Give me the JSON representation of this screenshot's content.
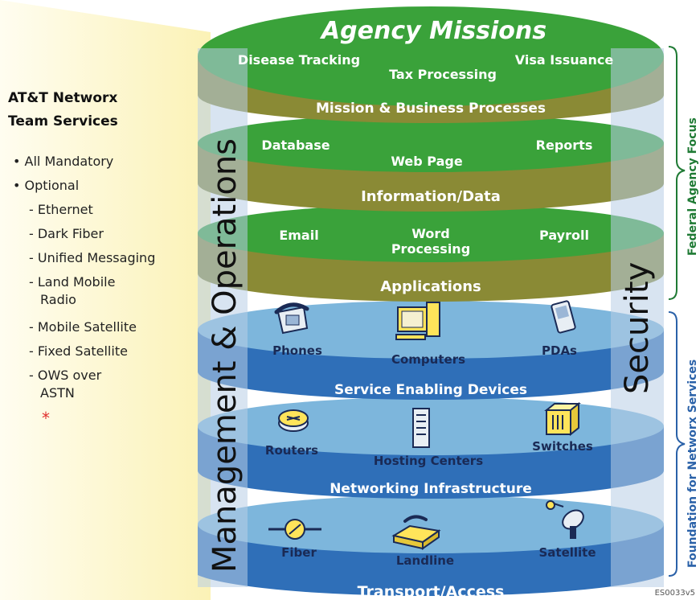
{
  "top_disc": {
    "title": "Agency Missions",
    "items": [
      "Disease Tracking",
      "Tax Processing",
      "Visa Issuance"
    ]
  },
  "layers": [
    {
      "band": "Mission & Business Processes",
      "items": [
        "Database",
        "Web Page",
        "Reports"
      ]
    },
    {
      "band": "Information/Data",
      "items": [
        "Email",
        "Word",
        "Processing",
        "Payroll"
      ]
    },
    {
      "band": "Applications",
      "items": [
        "Phones",
        "Computers",
        "PDAs"
      ]
    },
    {
      "band": "Service Enabling Devices",
      "items": [
        "Routers",
        "Hosting Centers",
        "Switches"
      ]
    },
    {
      "band": "Networking Infrastructure",
      "items": [
        "Fiber",
        "Landline",
        "Satellite"
      ]
    },
    {
      "band": "Transport/Access"
    }
  ],
  "pillars": {
    "left": "Management & Operations",
    "right": "Security"
  },
  "brackets": {
    "upper": "Federal Agency Focus",
    "lower": "Foundation for Networx Services"
  },
  "side_panel": {
    "title_line1": "AT&T Networx",
    "title_line2": "Team Services",
    "bullets": [
      "All Mandatory",
      "Optional"
    ],
    "sub_items": [
      "- Ethernet",
      "- Dark Fiber",
      "- Unified Messaging",
      "- Land Mobile",
      "Radio",
      "- Mobile Satellite",
      "- Fixed Satellite",
      "- OWS over",
      "ASTN"
    ],
    "asterisk": "*"
  },
  "footer_code": "ES0033v5",
  "icons": [
    "phone-icon",
    "computer-icon",
    "pda-icon",
    "router-icon",
    "server-icon",
    "switch-icon",
    "fiber-icon",
    "fax-icon",
    "satellite-dish-icon"
  ],
  "colors": {
    "green": "#3aa23a",
    "olive": "#8a8a35",
    "light_blue": "#7db6dc",
    "dark_blue": "#2f6fb8",
    "bracket_green": "#1f7a34",
    "bracket_blue": "#2a61a8",
    "asterisk": "#e0302e"
  }
}
